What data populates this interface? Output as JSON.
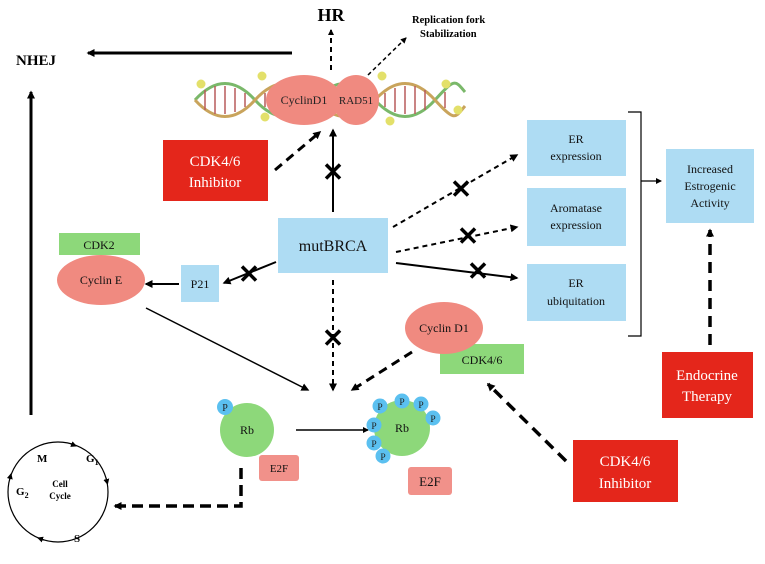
{
  "labels": {
    "hr": "HR",
    "nhej": "NHEJ",
    "replication_fork_line1": "Replication fork",
    "replication_fork_line2": "Stabilization",
    "cyclin_d1_top": "CyclinD1",
    "rad51": "RAD51",
    "cdk46_inhibitor_top_line1": "CDK4/6",
    "cdk46_inhibitor_top_line2": "Inhibitor",
    "mutbrca": "mutBRCA",
    "cdk2": "CDK2",
    "cyclin_e": "Cyclin E",
    "p21": "P21",
    "er_expression_line1": "ER",
    "er_expression_line2": "expression",
    "aromatase_line1": "Aromatase",
    "aromatase_line2": "expression",
    "er_ubiquitation_line1": "ER",
    "er_ubiquitation_line2": "ubiquitation",
    "increased_line1": "Increased",
    "increased_line2": "Estrogenic",
    "increased_line3": "Activity",
    "cyclin_d1_mid": "Cyclin D1",
    "cdk46": "CDK4/6",
    "endocrine_line1": "Endocrine",
    "endocrine_line2": "Therapy",
    "rb_left": "Rb",
    "rb_right": "Rb",
    "p": "P",
    "e2f_left": "E2F",
    "e2f_right": "E2F",
    "cdk46_inhibitor_bottom_line1": "CDK4/6",
    "cdk46_inhibitor_bottom_line2": "Inhibitor",
    "cell_cycle_line1": "Cell",
    "cell_cycle_line2": "Cycle",
    "phase_m": "M",
    "phase_g1": "G",
    "phase_g1_sub": "1",
    "phase_g2": "G",
    "phase_g2_sub": "2",
    "phase_s": "S"
  },
  "colors": {
    "blue_box": "#aedcf3",
    "red_box": "#e4261b",
    "red_oval": "#f08a80",
    "green": "#8dd87a",
    "phospho": "#5bc0f0",
    "e2f": "#f1918a"
  }
}
